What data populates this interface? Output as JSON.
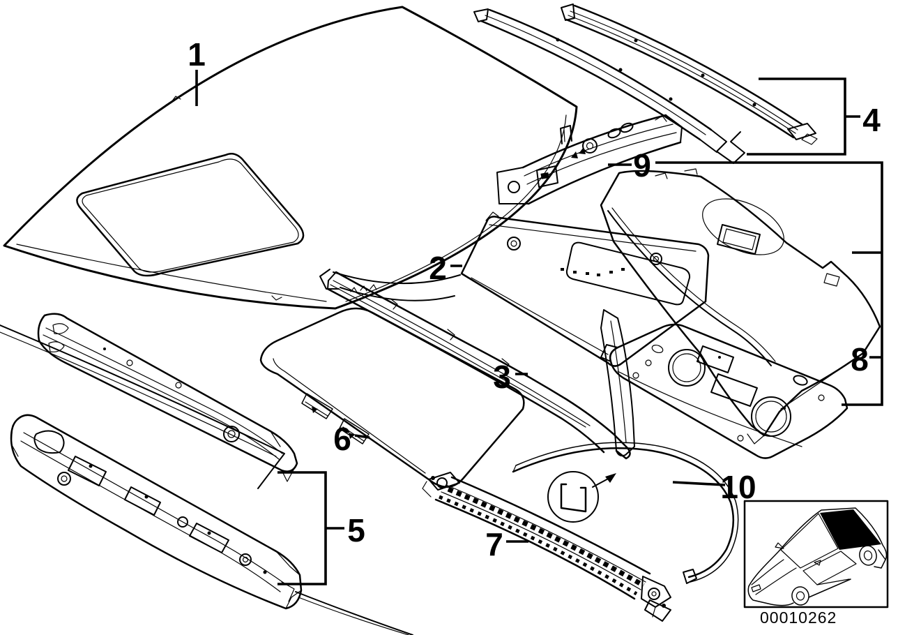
{
  "page": {
    "background": "#ffffff",
    "line_color": "#000000"
  },
  "diagram": {
    "callouts": [
      {
        "id": 1,
        "label": "1"
      },
      {
        "id": 2,
        "label": "2"
      },
      {
        "id": 3,
        "label": "3"
      },
      {
        "id": 4,
        "label": "4"
      },
      {
        "id": 5,
        "label": "5"
      },
      {
        "id": 6,
        "label": "6"
      },
      {
        "id": 7,
        "label": "7"
      },
      {
        "id": 8,
        "label": "8"
      },
      {
        "id": 9,
        "label": "9"
      },
      {
        "id": 10,
        "label": "10"
      }
    ],
    "thumbnail": {
      "drawing_number": "00010262"
    }
  }
}
